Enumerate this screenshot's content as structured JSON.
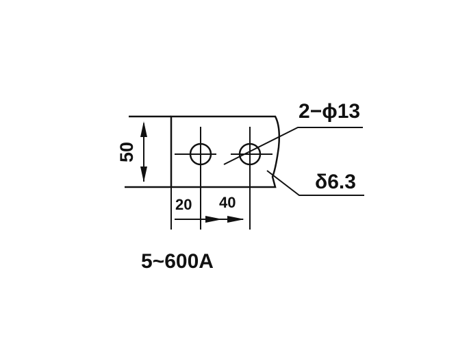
{
  "drawing": {
    "height_dim": "50",
    "dim_first": "20",
    "dim_second": "40",
    "hole_callout": "2−ϕ13",
    "thickness_callout": "δ6.3",
    "current_range": "5~600A"
  }
}
